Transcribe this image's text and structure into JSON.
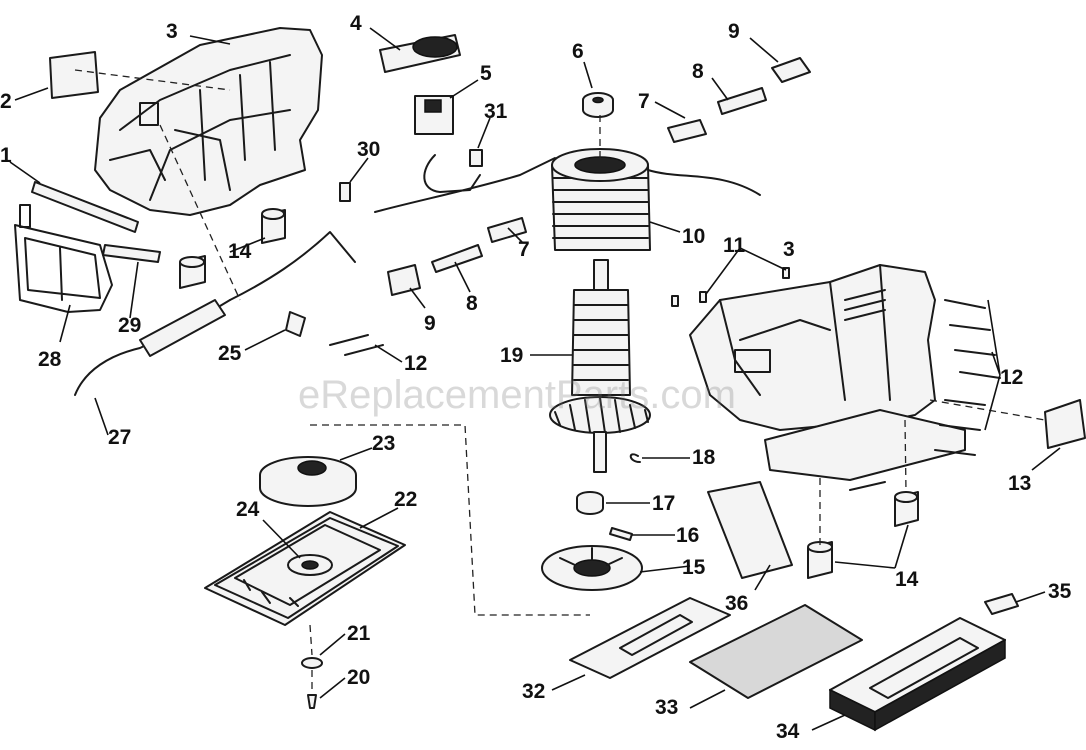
{
  "watermark": "eReplacementParts.com",
  "callouts": [
    {
      "id": "c1",
      "text": "1"
    },
    {
      "id": "c2",
      "text": "2"
    },
    {
      "id": "c3a",
      "text": "3"
    },
    {
      "id": "c4",
      "text": "4"
    },
    {
      "id": "c5",
      "text": "5"
    },
    {
      "id": "c6",
      "text": "6"
    },
    {
      "id": "c7a",
      "text": "7"
    },
    {
      "id": "c8a",
      "text": "8"
    },
    {
      "id": "c9a",
      "text": "9"
    },
    {
      "id": "c30",
      "text": "30"
    },
    {
      "id": "c31",
      "text": "31"
    },
    {
      "id": "c10",
      "text": "10"
    },
    {
      "id": "c11",
      "text": "11"
    },
    {
      "id": "c3b",
      "text": "3"
    },
    {
      "id": "c14a",
      "text": "14"
    },
    {
      "id": "c7b",
      "text": "7"
    },
    {
      "id": "c8b",
      "text": "8"
    },
    {
      "id": "c9b",
      "text": "9"
    },
    {
      "id": "c29",
      "text": "29"
    },
    {
      "id": "c28",
      "text": "28"
    },
    {
      "id": "c25",
      "text": "25"
    },
    {
      "id": "c12a",
      "text": "12"
    },
    {
      "id": "c19",
      "text": "19"
    },
    {
      "id": "c12b",
      "text": "12"
    },
    {
      "id": "c27",
      "text": "27"
    },
    {
      "id": "c23",
      "text": "23"
    },
    {
      "id": "c18",
      "text": "18"
    },
    {
      "id": "c13",
      "text": "13"
    },
    {
      "id": "c24",
      "text": "24"
    },
    {
      "id": "c22",
      "text": "22"
    },
    {
      "id": "c17",
      "text": "17"
    },
    {
      "id": "c16",
      "text": "16"
    },
    {
      "id": "c15",
      "text": "15"
    },
    {
      "id": "c14b",
      "text": "14"
    },
    {
      "id": "c36",
      "text": "36"
    },
    {
      "id": "c35",
      "text": "35"
    },
    {
      "id": "c21",
      "text": "21"
    },
    {
      "id": "c20",
      "text": "20"
    },
    {
      "id": "c32",
      "text": "32"
    },
    {
      "id": "c33",
      "text": "33"
    },
    {
      "id": "c34",
      "text": "34"
    }
  ]
}
